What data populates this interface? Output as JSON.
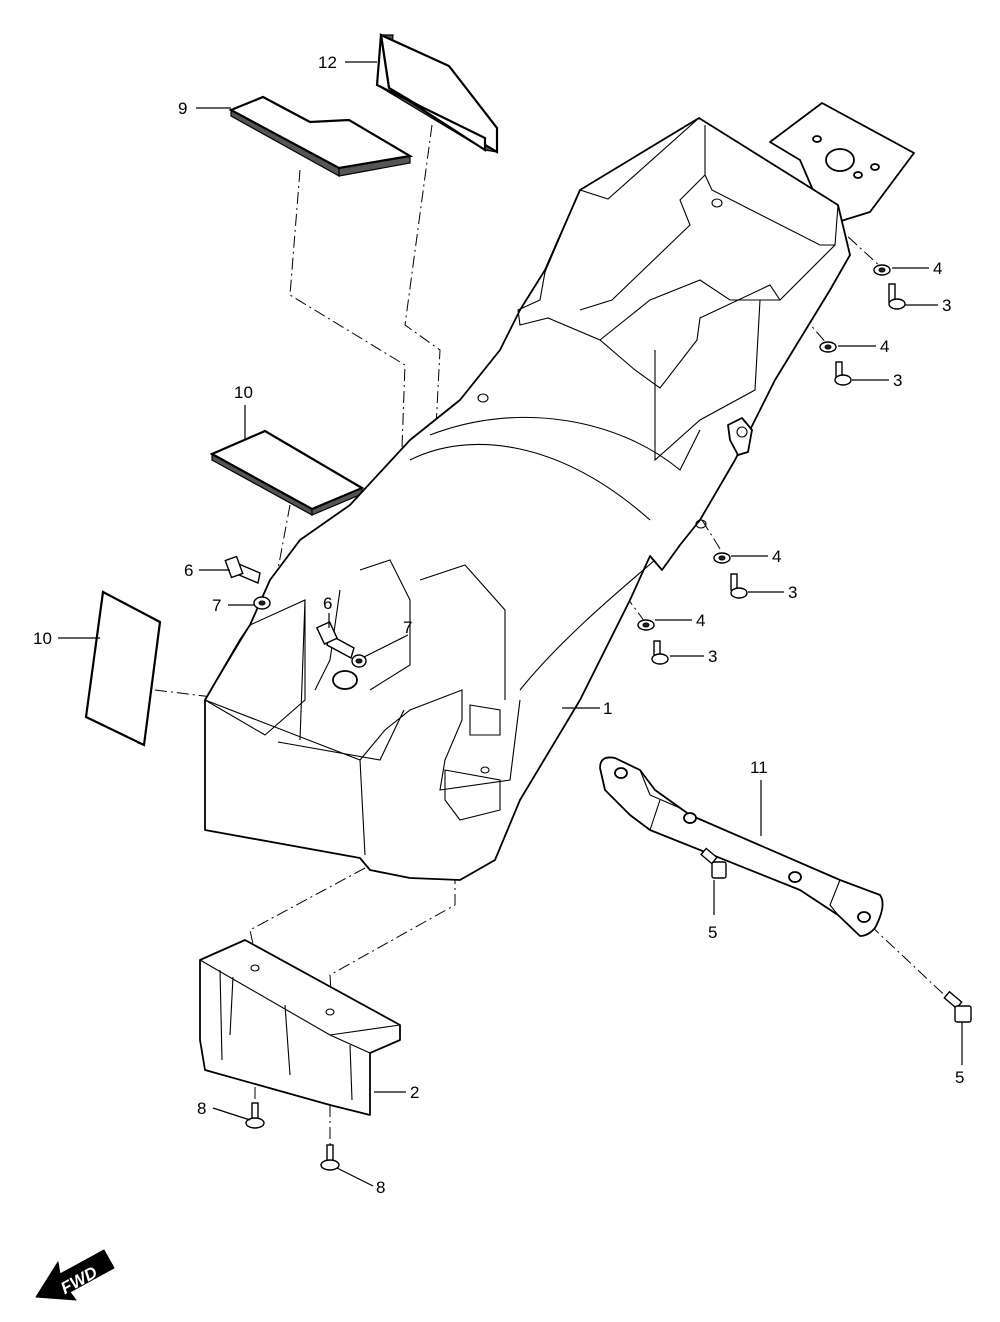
{
  "callouts": {
    "c1": "1",
    "c2": "2",
    "c3a": "3",
    "c3b": "3",
    "c3c": "3",
    "c3d": "3",
    "c4a": "4",
    "c4b": "4",
    "c4c": "4",
    "c4d": "4",
    "c5a": "5",
    "c5b": "5",
    "c6a": "6",
    "c6b": "6",
    "c7a": "7",
    "c7b": "7",
    "c8a": "8",
    "c8b": "8",
    "c9": "9",
    "c10a": "10",
    "c10b": "10",
    "c11": "11",
    "c12": "12"
  },
  "direction_arrow": {
    "label": "FWD",
    "icon": "forward-direction-arrow-icon"
  }
}
